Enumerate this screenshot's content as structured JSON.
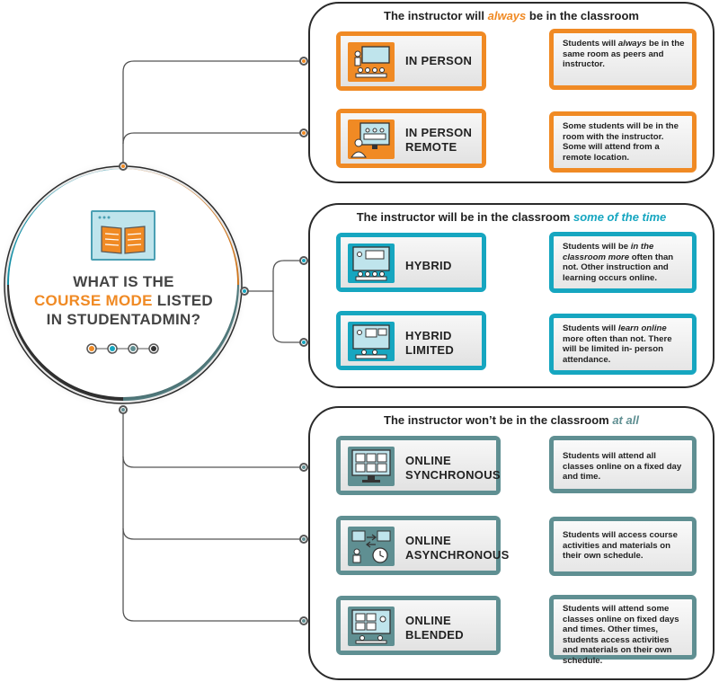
{
  "center": {
    "line1": "WHAT IS THE",
    "highlight": "COURSE MODE",
    "line2_rest": "LISTED",
    "line3": "IN STUDENTADMIN?",
    "icon": "open-book-icon"
  },
  "colors": {
    "orange": "#f08a24",
    "teal": "#16a6c0",
    "slate": "#5f8f92",
    "dark": "#2a2a2a"
  },
  "groups": [
    {
      "title_pre": "The instructor will ",
      "title_em": "always",
      "title_post": " be in the classroom",
      "modes": [
        {
          "label1": "IN PERSON",
          "label2": "",
          "icon": "classroom-teacher-icon",
          "desc_pre": "Students will ",
          "desc_em": "always",
          "desc_post": " be in the same room as peers and instructor."
        },
        {
          "label1": "IN PERSON",
          "label2": "REMOTE",
          "icon": "remote-monitor-icon",
          "desc_pre": "Some students will be in the room with the instructor. Some will attend from a remote location.",
          "desc_em": "",
          "desc_post": ""
        }
      ]
    },
    {
      "title_pre": "The instructor will be in the classroom ",
      "title_em": "some of the time",
      "title_post": "",
      "modes": [
        {
          "label1": "HYBRID",
          "label2": "",
          "icon": "hybrid-classroom-icon",
          "desc_pre": "Students will be ",
          "desc_em": "in the classroom more",
          "desc_post": " often than not. Other instruction and learning occurs online."
        },
        {
          "label1": "HYBRID",
          "label2": "LIMITED",
          "icon": "hybrid-limited-icon",
          "desc_pre": "Students will ",
          "desc_em": "learn online",
          "desc_post": " more often than not. There will be limited in- person attendance."
        }
      ]
    },
    {
      "title_pre": "The instructor won’t be in the classroom ",
      "title_em": "at all",
      "title_post": "",
      "modes": [
        {
          "label1": "ONLINE",
          "label2": "SYNCHRONOUS",
          "icon": "video-grid-icon",
          "desc_pre": "Students will attend all classes online on a fixed day and time.",
          "desc_em": "",
          "desc_post": ""
        },
        {
          "label1": "ONLINE",
          "label2": "ASYNCHRONOUS",
          "icon": "async-clock-icon",
          "desc_pre": "Students will access course activities and materials on their own schedule.",
          "desc_em": "",
          "desc_post": ""
        },
        {
          "label1": "ONLINE",
          "label2": "BLENDED",
          "icon": "blended-screen-icon",
          "desc_pre": "Students will attend some classes online on fixed days and times. Other times, students access activities and materials on their own schedule.",
          "desc_em": "",
          "desc_post": ""
        }
      ]
    }
  ]
}
